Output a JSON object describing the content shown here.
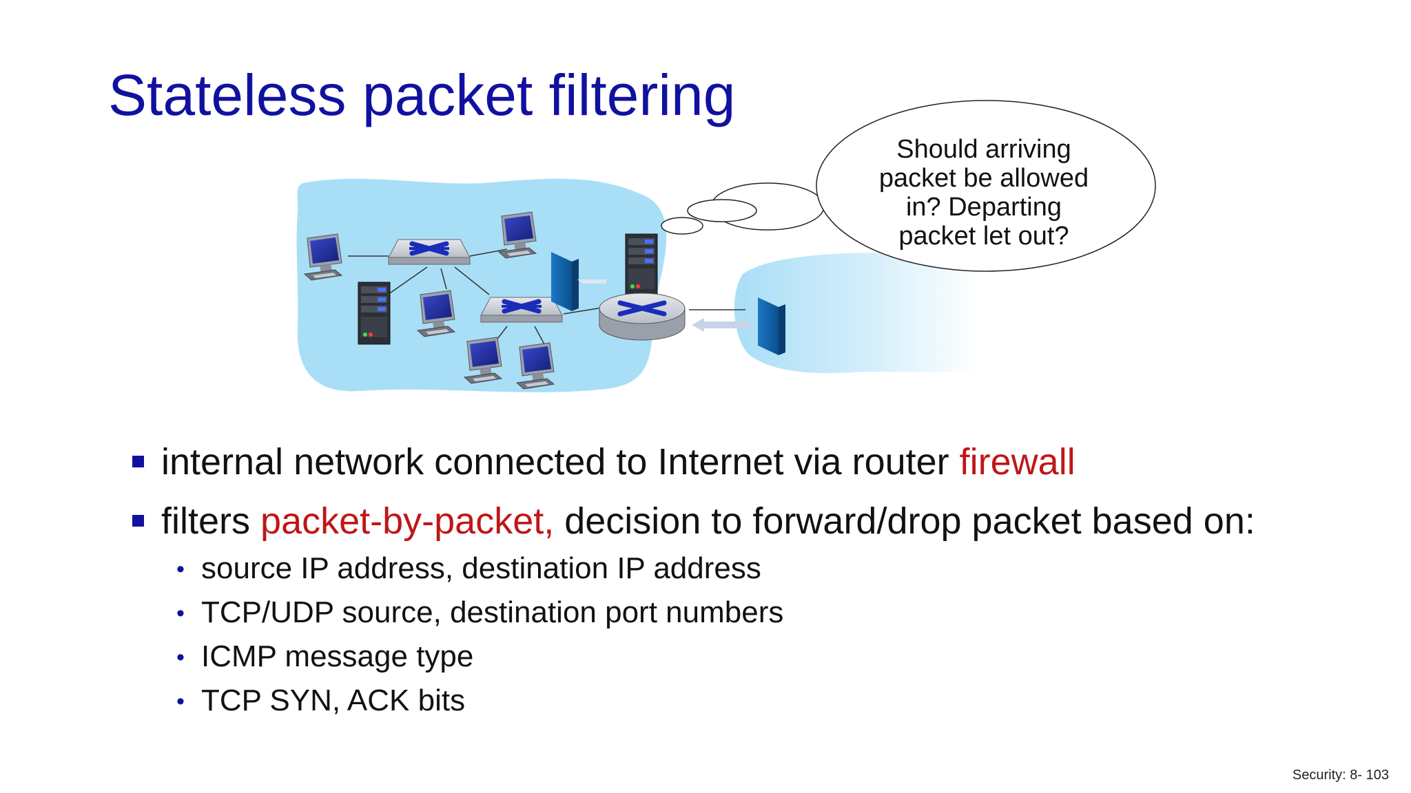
{
  "slide": {
    "title": "Stateless packet filtering",
    "footer": "Security: 8- 103"
  },
  "diagram": {
    "thought_bubble_lines": [
      "Should arriving",
      "packet be allowed",
      "in? Departing",
      "packet let out?"
    ]
  },
  "bullets": [
    {
      "text_before": "internal network connected to Internet via router ",
      "highlight": "firewall",
      "text_after": ""
    },
    {
      "text_before": "filters ",
      "highlight": "packet-by-packet,",
      "text_after": " decision to forward/drop packet based on:",
      "subitems": [
        "source IP address, destination IP address",
        "TCP/UDP source, destination port numbers",
        "ICMP message type",
        "TCP SYN, ACK bits"
      ]
    }
  ],
  "colors": {
    "title": "#1111a0",
    "highlight": "#c01616",
    "network_cloud": "#a9def7",
    "bullet_marker": "#1111a0"
  }
}
